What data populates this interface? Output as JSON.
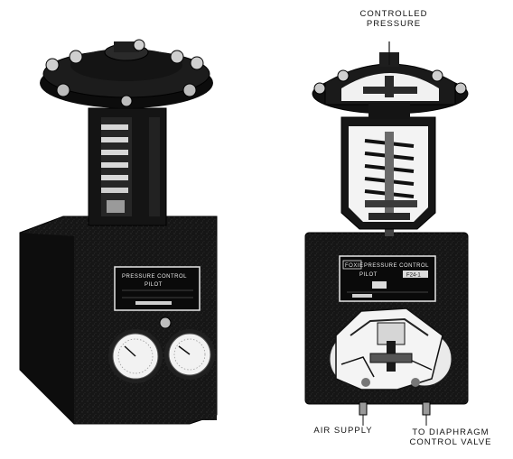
{
  "labels": {
    "controlled_pressure": [
      "CONTROLLED",
      "PRESSURE"
    ],
    "air_supply": "AIR SUPPLY",
    "to_diaphragm": [
      "TO DIAPHRAGM",
      "CONTROL VALVE"
    ]
  },
  "nameplate_left": {
    "line1": "PRESSURE CONTROL",
    "line2": "PILOT"
  },
  "nameplate_right": {
    "brand": "FOXIE",
    "line1": "PRESSURE CONTROL",
    "line2": "PILOT",
    "model": "F24-1"
  },
  "colors": {
    "body": "#161616",
    "ink": "#111111",
    "paper": "#ffffff",
    "metal_light": "#d8d8d8"
  }
}
